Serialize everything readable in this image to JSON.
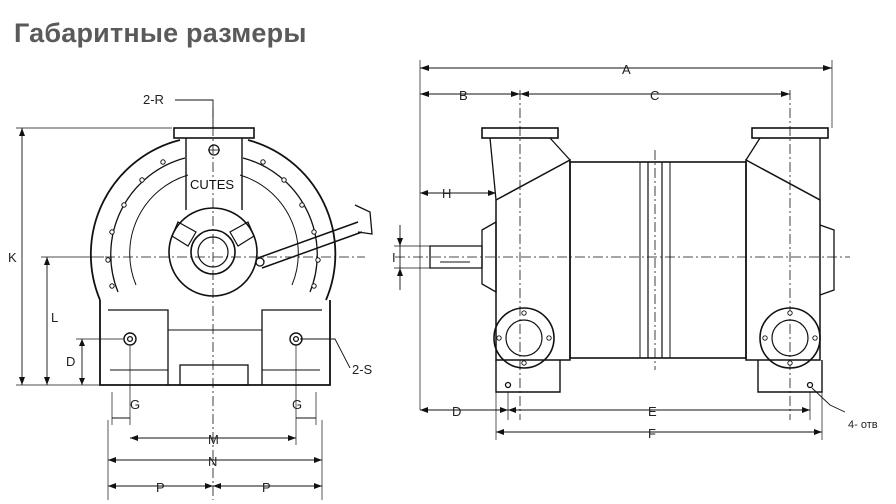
{
  "title": "Габаритные размеры",
  "front_view": {
    "brand": "CUTES",
    "labels": {
      "flange": "2-R",
      "mount_holes": "2-S",
      "K": "K",
      "L": "L",
      "D": "D",
      "G_left": "G",
      "G_right": "G",
      "M": "M",
      "N": "N",
      "P_left": "P",
      "P_right": "P"
    }
  },
  "side_view": {
    "labels": {
      "A": "A",
      "B": "B",
      "C": "C",
      "H": "H",
      "I": "I",
      "D": "D",
      "E": "E",
      "F": "F",
      "holes": "4- отв"
    }
  }
}
